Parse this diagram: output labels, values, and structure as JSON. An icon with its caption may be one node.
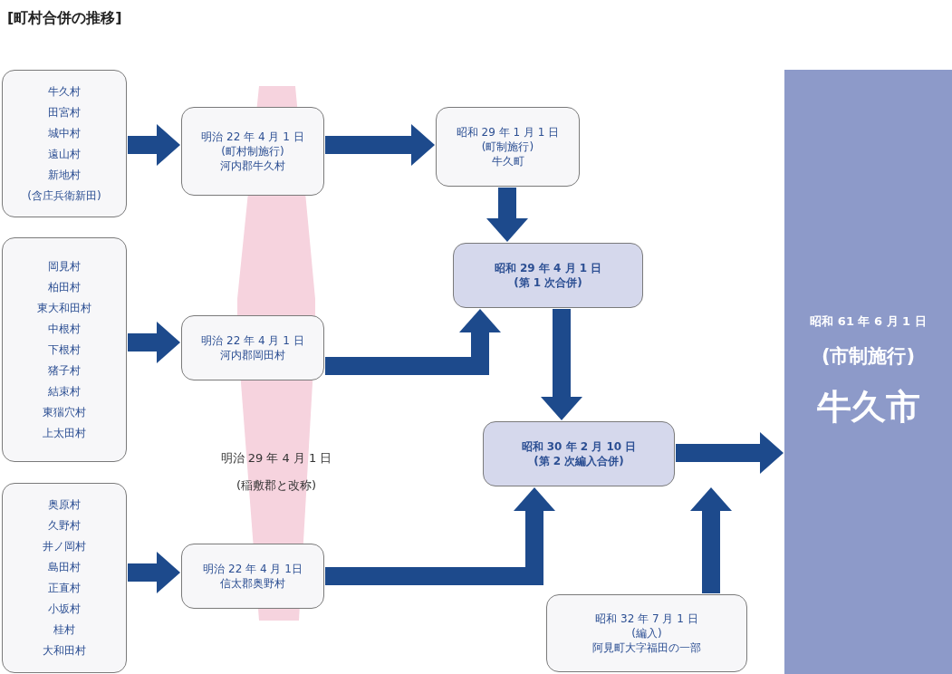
{
  "diagram": {
    "title": "[町村合併の推移]",
    "nodes": [
      {
        "text": [
          "牛久村",
          "田宮村",
          "城中村",
          "遠山村",
          "新地村",
          "(含庄兵衛新田)"
        ]
      },
      {
        "text": [
          "明治 22 年 4 月 1 日",
          "(町村制施行)",
          "河内郡牛久村"
        ]
      },
      {
        "text": [
          "昭和 29 年 1 月 1 日",
          "(町制施行)",
          "牛久町"
        ]
      },
      {
        "text": [
          "岡見村",
          "柏田村",
          "東大和田村",
          "中根村",
          "下根村",
          "猪子村",
          "結束村",
          "東猯穴村",
          "上太田村"
        ]
      },
      {
        "text": [
          "明治 22 年 4 月 1 日",
          "河内郡岡田村"
        ]
      },
      {
        "text": [
          "昭和 29 年 4 月 1 日",
          "(第 1 次合併)"
        ]
      },
      {
        "text": [
          "奥原村",
          "久野村",
          "井ノ岡村",
          "島田村",
          "正直村",
          "小坂村",
          "桂村",
          "大和田村"
        ]
      },
      {
        "text": [
          "明治 22 年 4 月  1日",
          "信太郡奥野村"
        ]
      },
      {
        "text": [
          "昭和 30 年 2 月 10 日",
          "(第 2 次編入合併)"
        ]
      },
      {
        "text": [
          "昭和 32 年 7 月 1 日",
          "(編入)",
          "阿見町大字福田の一部"
        ]
      },
      {
        "text": [
          "昭和 61 年 6 月 1 日",
          "(市制施行)",
          "牛久市"
        ]
      }
    ],
    "edges": [
      {
        "from": 0,
        "to": 1,
        "arrow": "to"
      },
      {
        "from": 1,
        "to": 2,
        "arrow": "to"
      },
      {
        "from": 2,
        "to": 5,
        "arrow": "to"
      },
      {
        "from": 3,
        "to": 4,
        "arrow": "to"
      },
      {
        "from": 4,
        "to": 5,
        "arrow": "to"
      },
      {
        "from": 5,
        "to": 8,
        "arrow": "to"
      },
      {
        "from": 6,
        "to": 7,
        "arrow": "to"
      },
      {
        "from": 7,
        "to": 8,
        "arrow": "to"
      },
      {
        "from": 9,
        "to": 8,
        "arrow": "to"
      },
      {
        "from": 8,
        "to": 10,
        "arrow": "to"
      }
    ],
    "labels": [
      "明治 29 年 4 月 1 日",
      "(稲敷郡と改称)"
    ]
  }
}
